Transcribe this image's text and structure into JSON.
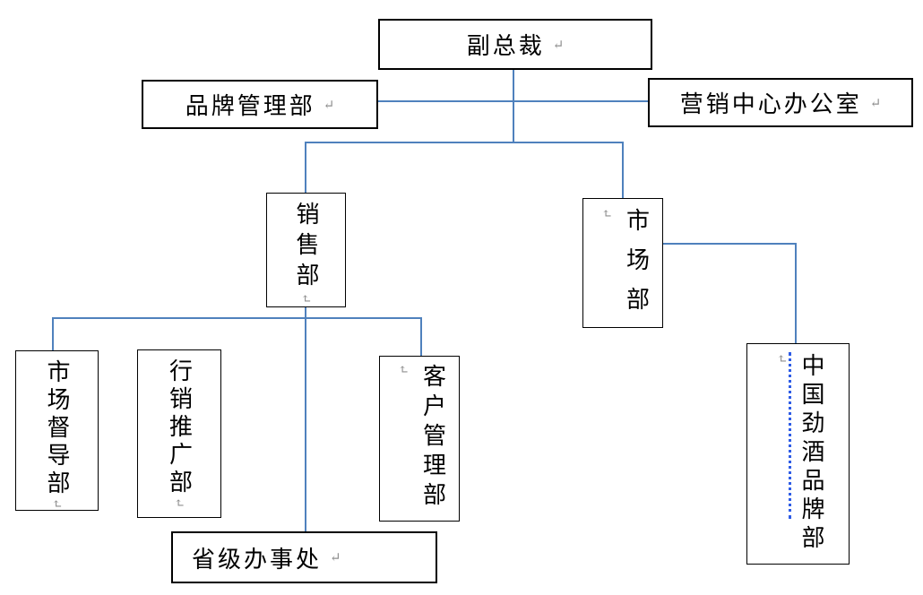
{
  "diagram": {
    "type": "org-chart",
    "nodes": {
      "vice_president": {
        "label": "副总裁"
      },
      "brand_management": {
        "label": "品牌管理部"
      },
      "marketing_center_office": {
        "label": "营销中心办公室"
      },
      "sales_dept": {
        "label": "销售部"
      },
      "market_dept": {
        "label": "市场部"
      },
      "market_supervision": {
        "label": "市场督导部"
      },
      "marketing_promotion": {
        "label": "行销推广部"
      },
      "customer_management": {
        "label": "客户管理部"
      },
      "provincial_office": {
        "label": "省级办事处"
      },
      "china_jing_brand": {
        "label": "中国劲酒品牌部"
      }
    },
    "paragraph_mark": "↵",
    "colors": {
      "connector": "#4f81bd",
      "box_border": "#000000",
      "dashed_mark": "#2e5ce6",
      "paragraph_mark_color": "#8f8f8f",
      "background": "#ffffff"
    }
  }
}
